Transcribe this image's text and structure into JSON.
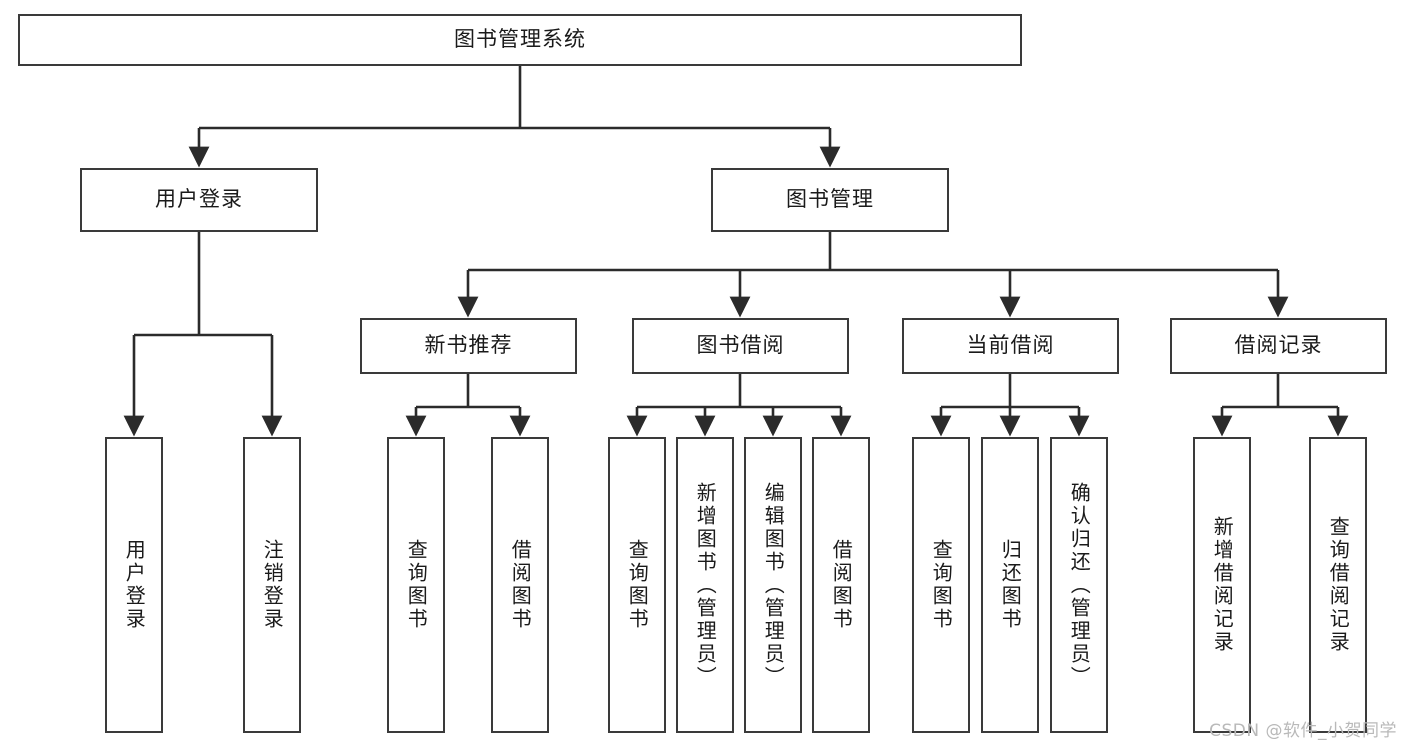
{
  "diagram": {
    "type": "tree",
    "root": {
      "id": "root",
      "label": "图书管理系统"
    },
    "level2": [
      {
        "id": "user-login",
        "label": "用户登录"
      },
      {
        "id": "book-management",
        "label": "图书管理"
      }
    ],
    "level3": [
      {
        "id": "new-book-recommend",
        "label": "新书推荐",
        "parent": "book-management"
      },
      {
        "id": "book-borrow",
        "label": "图书借阅",
        "parent": "book-management"
      },
      {
        "id": "current-borrow",
        "label": "当前借阅",
        "parent": "book-management"
      },
      {
        "id": "borrow-record",
        "label": "借阅记录",
        "parent": "book-management"
      }
    ],
    "leaves": [
      {
        "id": "leaf-user-login",
        "label": "用户登录",
        "parent": "user-login"
      },
      {
        "id": "leaf-logout-login",
        "label": "注销登录",
        "parent": "user-login"
      },
      {
        "id": "leaf-query-book-1",
        "label": "查询图书",
        "parent": "new-book-recommend"
      },
      {
        "id": "leaf-borrow-book-1",
        "label": "借阅图书",
        "parent": "new-book-recommend"
      },
      {
        "id": "leaf-query-book-2",
        "label": "查询图书",
        "parent": "book-borrow"
      },
      {
        "id": "leaf-add-book",
        "label": "新增图书（管理员）",
        "parent": "book-borrow"
      },
      {
        "id": "leaf-edit-book",
        "label": "编辑图书（管理员）",
        "parent": "book-borrow"
      },
      {
        "id": "leaf-borrow-book-2",
        "label": "借阅图书",
        "parent": "book-borrow"
      },
      {
        "id": "leaf-query-book-3",
        "label": "查询图书",
        "parent": "current-borrow"
      },
      {
        "id": "leaf-return-book",
        "label": "归还图书",
        "parent": "current-borrow"
      },
      {
        "id": "leaf-confirm-return",
        "label": "确认归还（管理员）",
        "parent": "current-borrow"
      },
      {
        "id": "leaf-add-borrow-record",
        "label": "新增借阅记录",
        "parent": "borrow-record"
      },
      {
        "id": "leaf-query-borrow-record",
        "label": "查询借阅记录",
        "parent": "borrow-record"
      }
    ],
    "colors": {
      "box_border": "#3a3a3a",
      "box_fill": "#ffffff",
      "connector": "#2b2b2b",
      "text": "#1a1a1a",
      "background": "#ffffff",
      "watermark": "#b9b9b9"
    }
  },
  "watermark": {
    "text": "CSDN @软件_小贺同学"
  }
}
